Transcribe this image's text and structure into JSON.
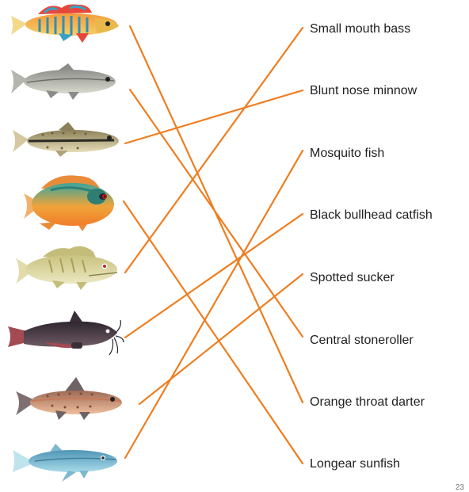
{
  "labels": [
    "Small mouth bass",
    "Blunt nose minnow",
    "Mosquito fish",
    "Black bullhead catfish",
    "Spotted sucker",
    "Central stoneroller",
    "Orange throat darter",
    "Longear sunfish"
  ],
  "fish_icons": [
    "orange-throat-darter-icon",
    "central-stoneroller-icon",
    "blunt-nose-minnow-icon",
    "longear-sunfish-icon",
    "small-mouth-bass-icon",
    "black-bullhead-catfish-icon",
    "spotted-sucker-icon",
    "mosquito-fish-icon"
  ],
  "matches": [
    6,
    5,
    1,
    7,
    0,
    3,
    4,
    2
  ],
  "colors": {
    "line": "#ef7d1f",
    "text": "#1f1f1f"
  },
  "page_number": "23"
}
